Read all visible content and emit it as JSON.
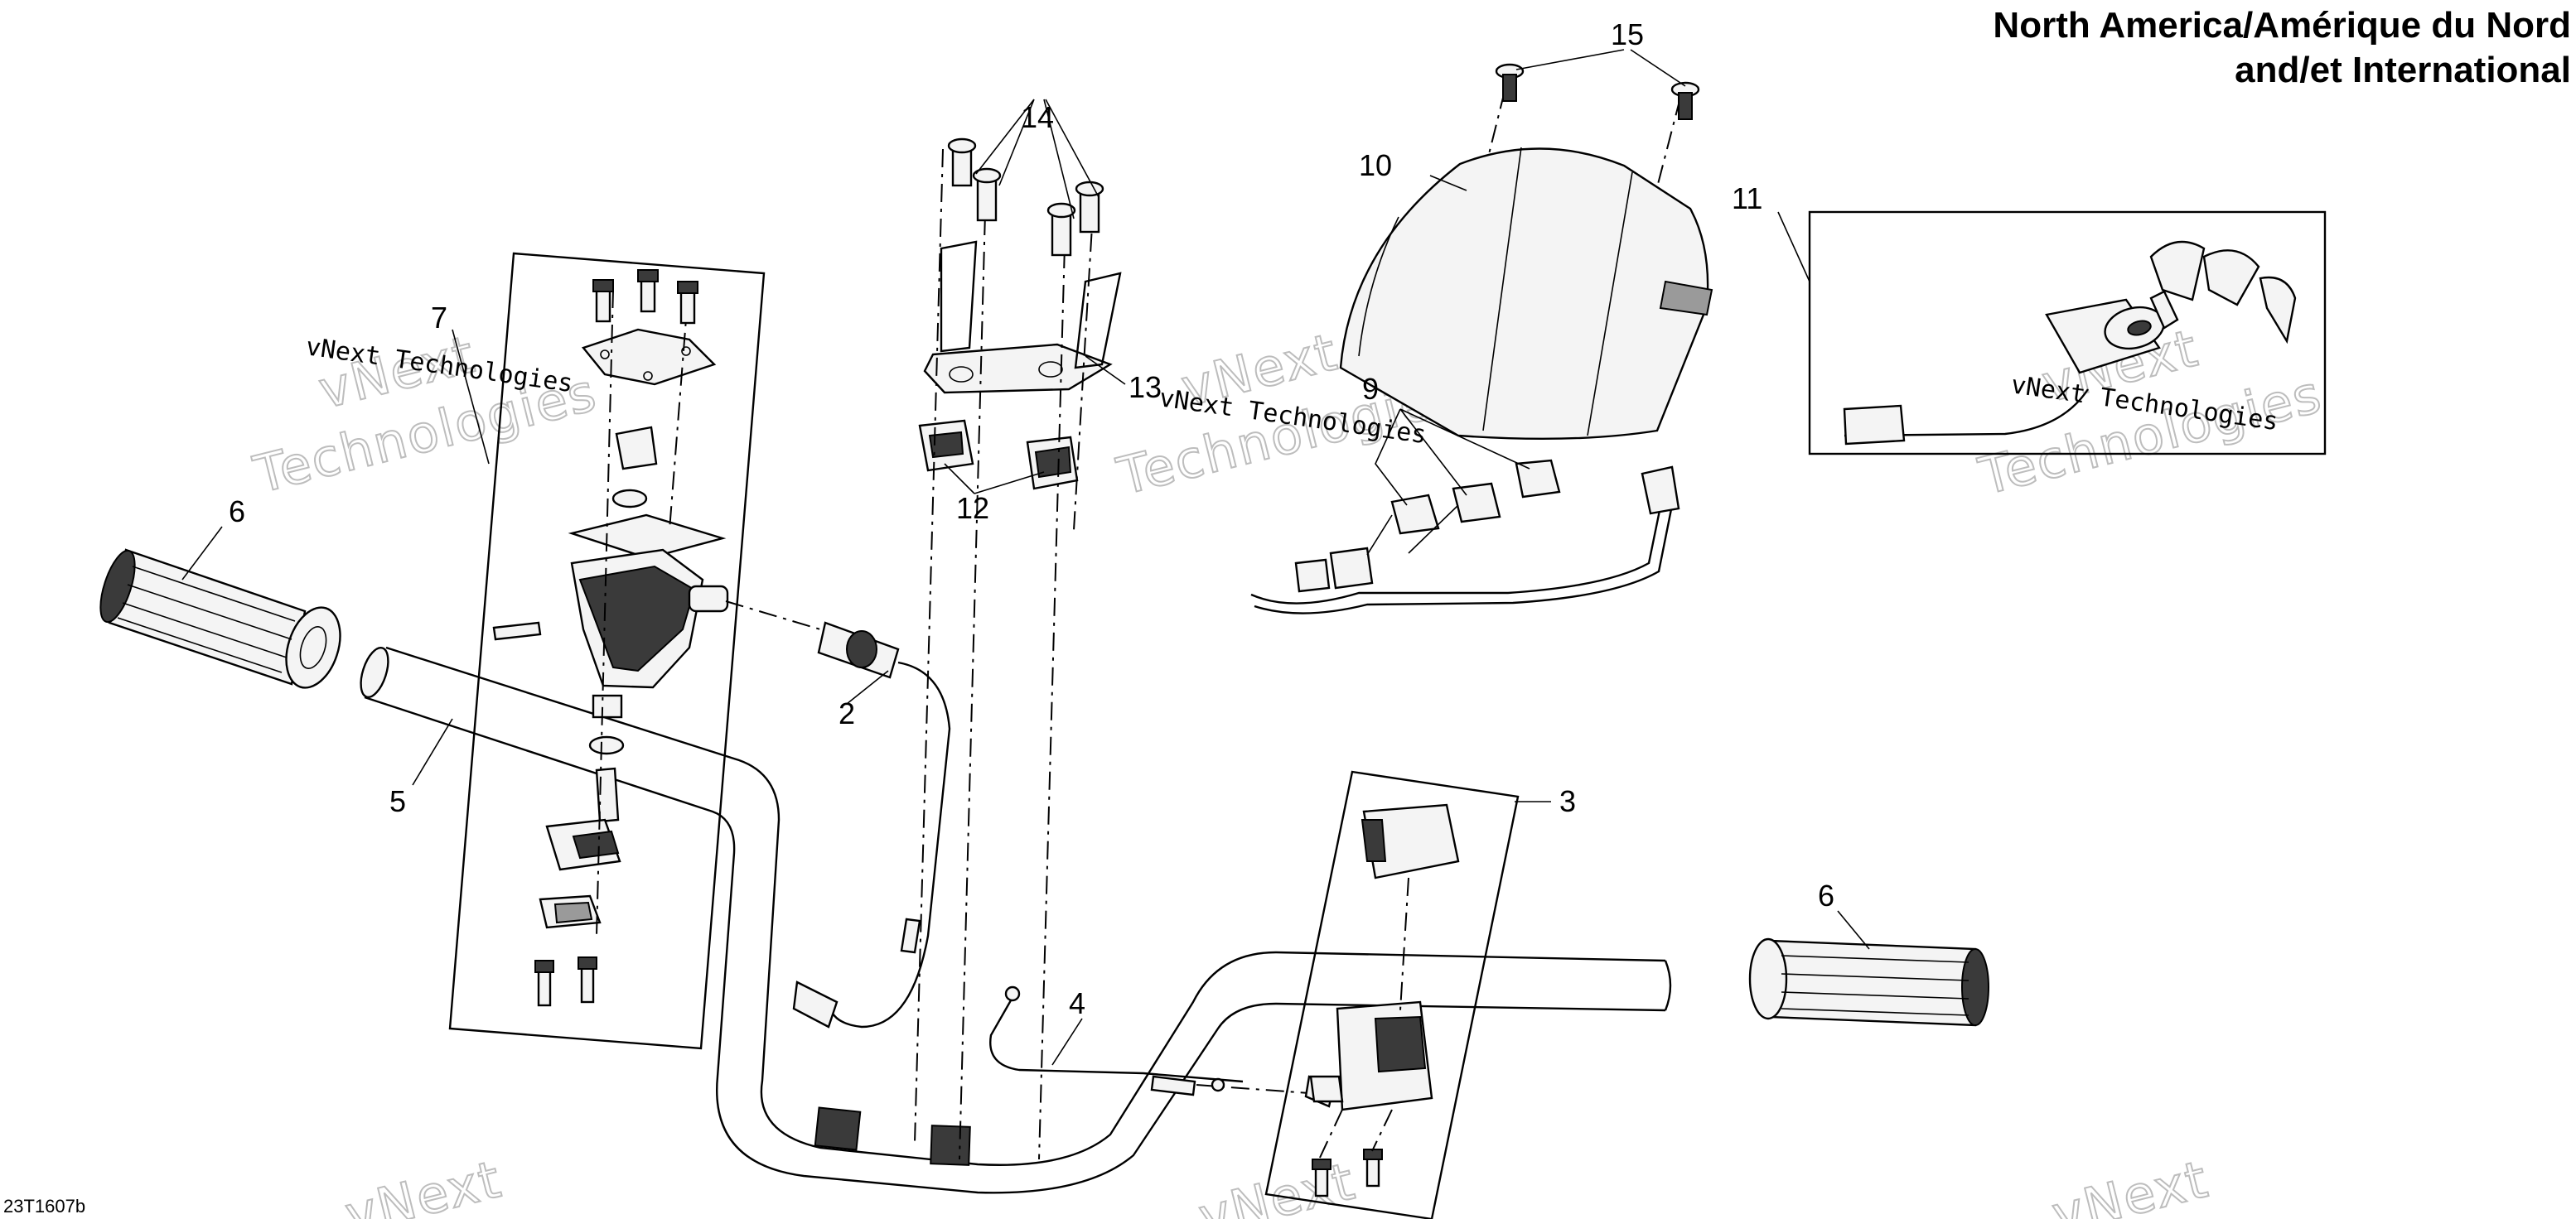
{
  "title_lines": [
    "North America/Amérique du Nord",
    "and/et International"
  ],
  "diagram_code": "23T1607b",
  "watermarks": {
    "brand": "vNext Technologies",
    "word_top": "vNext",
    "word_bottom": "Technologies"
  },
  "callouts": [
    "2",
    "3",
    "4",
    "5",
    "6",
    "6",
    "7",
    "9",
    "10",
    "11",
    "12",
    "13",
    "14",
    "15"
  ]
}
